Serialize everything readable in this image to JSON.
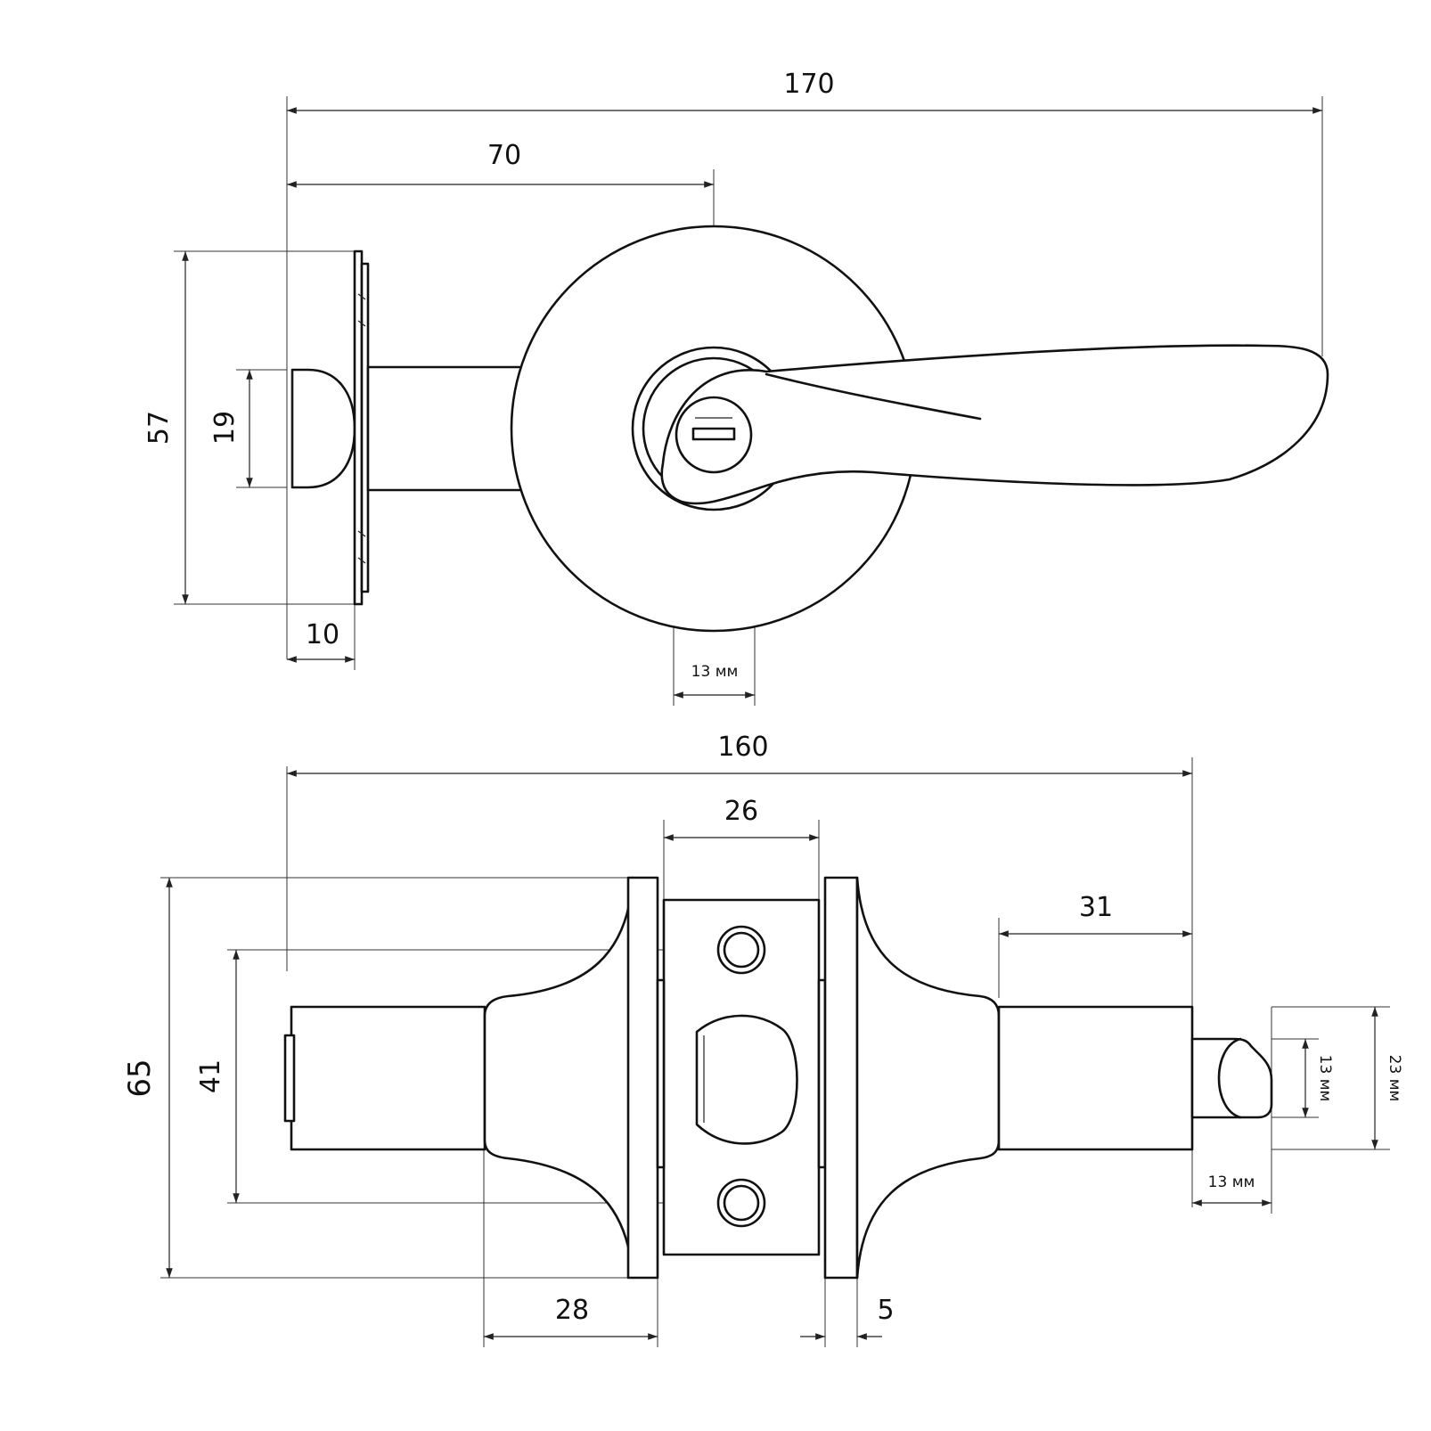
{
  "top_view": {
    "dims": {
      "overall_length": "170",
      "to_center": "70",
      "rosette_height": "57",
      "latch_height": "19",
      "plate_offset": "10",
      "cylinder_width": "13 мм"
    }
  },
  "bottom_view": {
    "dims": {
      "overall_length": "160",
      "latch_plate_width": "26",
      "end_length": "31",
      "rosette_height": "65",
      "screw_spacing": "41",
      "neck_length": "28",
      "plate_thickness": "5",
      "tongue_height": "13 мм",
      "shaft_height": "23 мм",
      "tongue_length": "13 мм"
    }
  }
}
